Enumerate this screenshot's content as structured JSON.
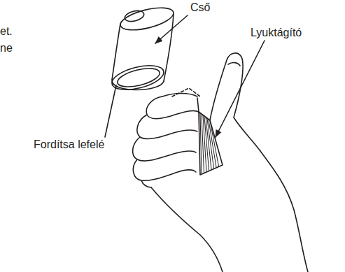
{
  "diagram": {
    "labels": [
      "Cső",
      "Lyuktágító",
      "Fordítsa lefelé",
      "et.",
      "ne"
    ]
  }
}
